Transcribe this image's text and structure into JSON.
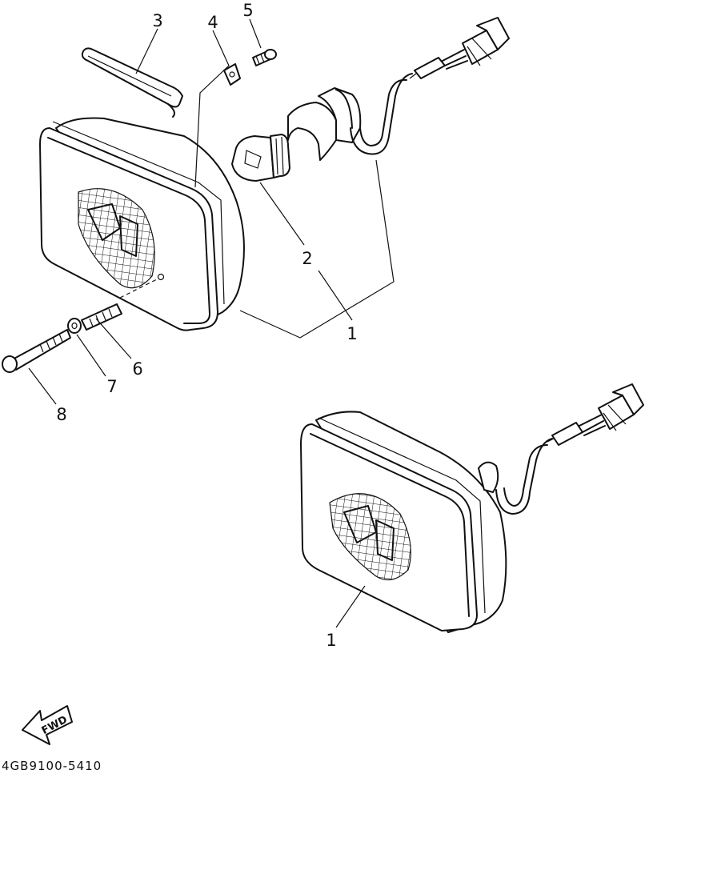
{
  "diagram": {
    "part_code": "4GB9100-5410",
    "fwd_label": "FWD",
    "callouts": [
      {
        "id": "1a",
        "label": "1"
      },
      {
        "id": "1b",
        "label": "1"
      },
      {
        "id": "2",
        "label": "2"
      },
      {
        "id": "3",
        "label": "3"
      },
      {
        "id": "4",
        "label": "4"
      },
      {
        "id": "5",
        "label": "5"
      },
      {
        "id": "6",
        "label": "6"
      },
      {
        "id": "7",
        "label": "7"
      },
      {
        "id": "8",
        "label": "8"
      }
    ]
  }
}
